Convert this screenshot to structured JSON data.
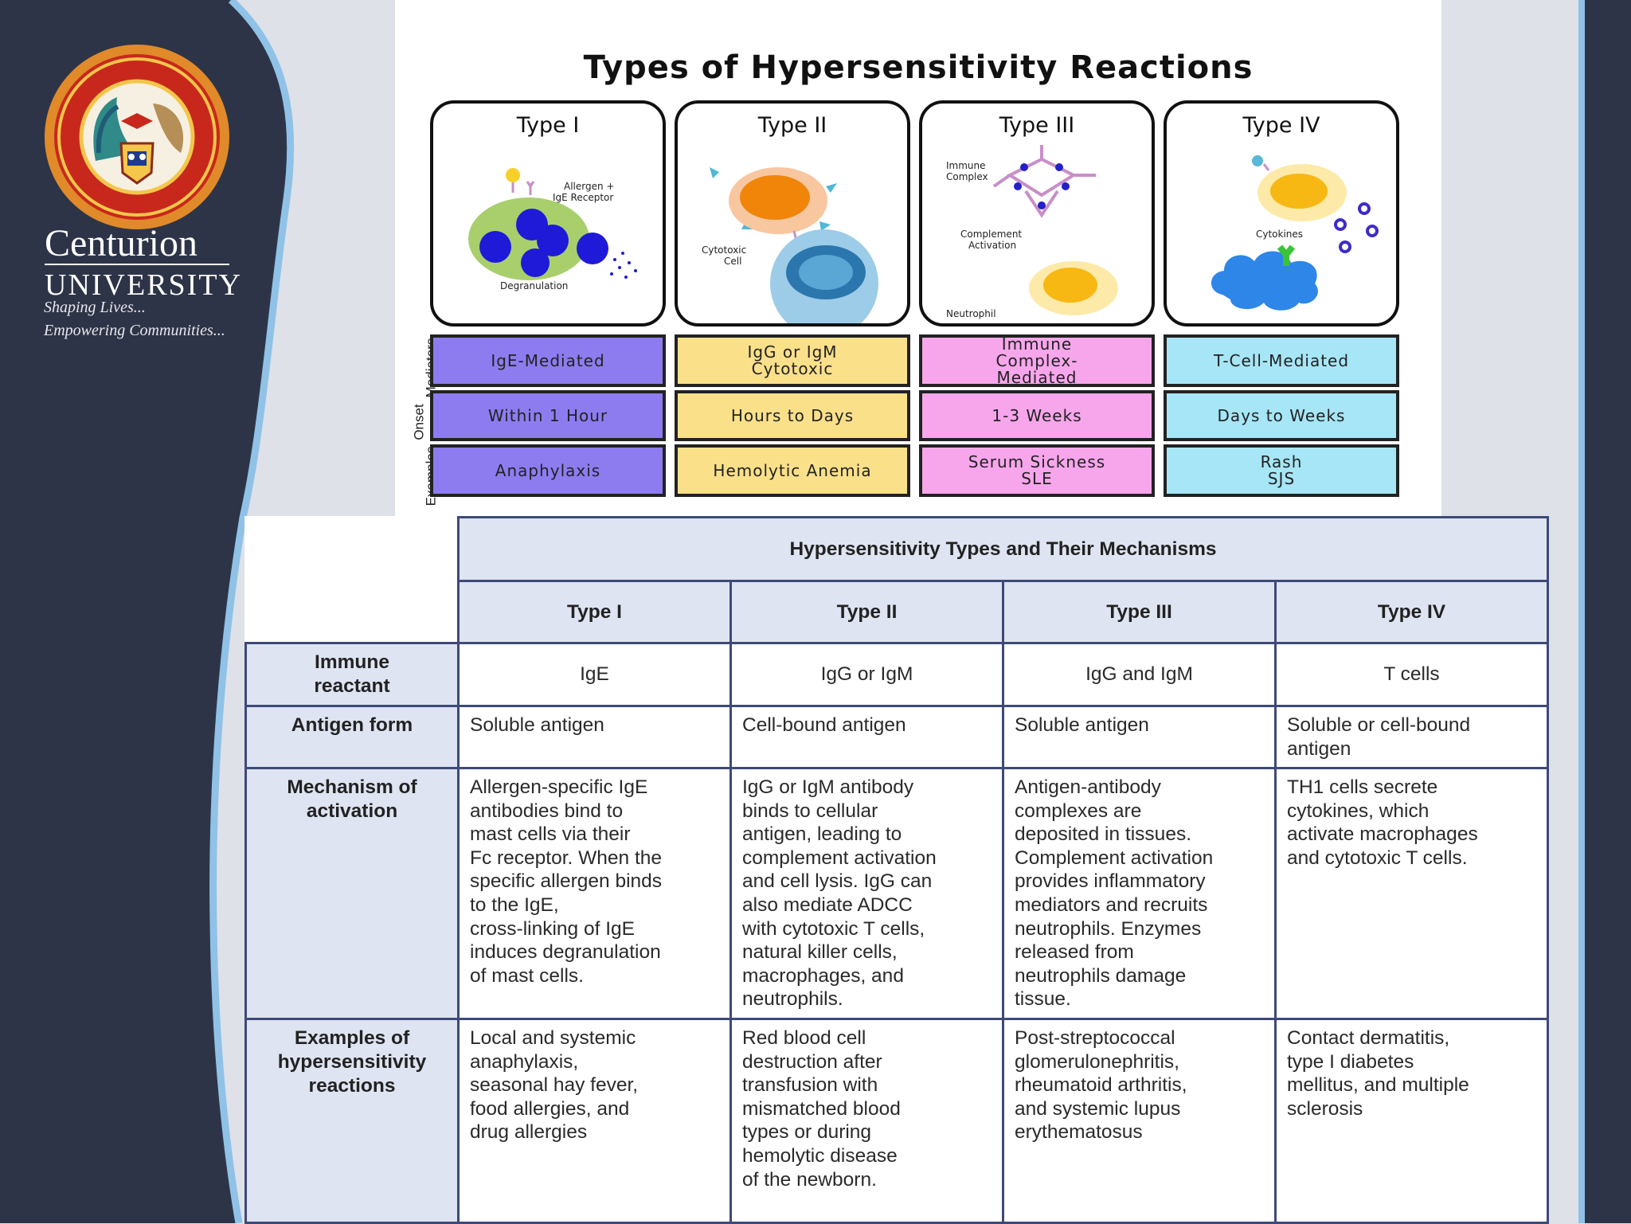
{
  "branding": {
    "university_line1": "Centurion",
    "university_line2": "UNIVERSITY",
    "tagline_line1": "Shaping Lives...",
    "tagline_line2": "Empowering Communities..."
  },
  "diagram": {
    "title": "Types of Hypersensitivity Reactions",
    "row_labels": [
      "Mediators",
      "Onset",
      "Examples"
    ],
    "panels": [
      {
        "title": "Type I",
        "labels": [
          "Allergen +",
          "IgE Receptor",
          "Degranulation"
        ],
        "mediators": [
          "IgE-Mediated"
        ],
        "onset": [
          "Within 1 Hour"
        ],
        "examples": [
          "Anaphylaxis"
        ]
      },
      {
        "title": "Type II",
        "labels": [
          "Cytotoxic",
          "Cell"
        ],
        "mediators": [
          "IgG or IgM",
          "Cytotoxic"
        ],
        "onset": [
          "Hours to Days"
        ],
        "examples": [
          "Hemolytic Anemia"
        ]
      },
      {
        "title": "Type III",
        "labels": [
          "Immune",
          "Complex",
          "Complement",
          "Activation",
          "Neutrophil"
        ],
        "mediators": [
          "Immune",
          "Complex-",
          "Mediated"
        ],
        "onset": [
          "1-3 Weeks"
        ],
        "examples": [
          "Serum Sickness",
          "SLE"
        ]
      },
      {
        "title": "Type IV",
        "labels": [
          "Cytokines"
        ],
        "mediators": [
          "T-Cell-Mediated"
        ],
        "onset": [
          "Days to Weeks"
        ],
        "examples": [
          "Rash",
          "SJS"
        ]
      }
    ],
    "colors": {
      "type1": "#8d7cf0",
      "type2": "#fbe08a",
      "type3": "#f7a6ec",
      "type4": "#a6e6f6"
    }
  },
  "table": {
    "title": "Hypersensitivity Types and Their Mechanisms",
    "columns": [
      "Type I",
      "Type II",
      "Type III",
      "Type IV"
    ],
    "rows": [
      {
        "header": [
          "Immune",
          "reactant"
        ],
        "cells": [
          [
            "IgE"
          ],
          [
            "IgG or IgM"
          ],
          [
            "IgG and IgM"
          ],
          [
            "T cells"
          ]
        ]
      },
      {
        "header": [
          "Antigen form"
        ],
        "cells": [
          [
            "Soluble antigen"
          ],
          [
            "Cell-bound antigen"
          ],
          [
            "Soluble antigen"
          ],
          [
            "Soluble or cell-bound",
            "antigen"
          ]
        ]
      },
      {
        "header": [
          "Mechanism of",
          "activation"
        ],
        "cells": [
          [
            "Allergen-specific IgE",
            "antibodies bind to",
            "mast cells via their",
            "Fc receptor. When the",
            "specific allergen binds",
            "to the IgE,",
            "cross-linking of IgE",
            "induces degranulation",
            "of mast cells."
          ],
          [
            "IgG or IgM antibody",
            "binds to cellular",
            "antigen, leading to",
            "complement activation",
            "and cell lysis. IgG can",
            "also mediate ADCC",
            "with cytotoxic T cells,",
            "natural killer cells,",
            "macrophages, and",
            "neutrophils."
          ],
          [
            "Antigen-antibody",
            "complexes are",
            "deposited in tissues.",
            "Complement activation",
            "provides inflammatory",
            "mediators and recruits",
            "neutrophils. Enzymes",
            "released from",
            "neutrophils damage",
            "tissue."
          ],
          [
            "TH1 cells secrete",
            "cytokines, which",
            "activate macrophages",
            "and cytotoxic T cells."
          ]
        ]
      },
      {
        "header": [
          "Examples of",
          "hypersensitivity",
          "reactions"
        ],
        "cells": [
          [
            "Local and systemic",
            "anaphylaxis,",
            "seasonal hay fever,",
            "food allergies, and",
            "drug allergies"
          ],
          [
            "Red blood cell",
            "destruction after",
            "transfusion with",
            "mismatched blood",
            "types or during",
            "hemolytic disease",
            "of the newborn."
          ],
          [
            "Post-streptococcal",
            "glomerulonephritis,",
            "rheumatoid arthritis,",
            "and systemic lupus",
            "erythematosus"
          ],
          [
            "Contact dermatitis,",
            "type I diabetes",
            "mellitus, and multiple",
            "sclerosis"
          ]
        ]
      }
    ]
  }
}
